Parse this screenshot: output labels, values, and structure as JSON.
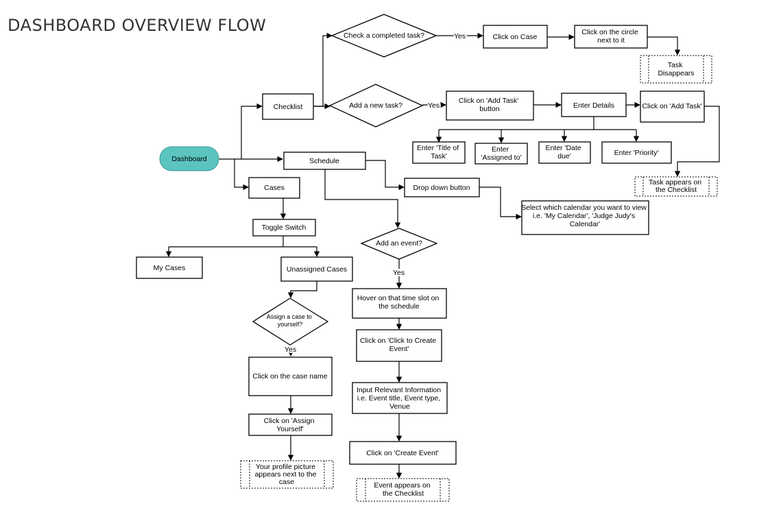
{
  "title": "DASHBOARD OVERVIEW FLOW",
  "colors": {
    "start_node": "#5bc4bf",
    "stroke": "#000000",
    "title": "#333333"
  },
  "nodes": {
    "dashboard": [
      "Dashboard"
    ],
    "checklist": [
      "Checklist"
    ],
    "check_completed": [
      "Check a completed task?"
    ],
    "click_case": [
      "Click on Case"
    ],
    "click_circle": [
      "Click on  the circle",
      "next to it"
    ],
    "task_disappears": [
      "Task",
      "Disappears"
    ],
    "add_new_task": [
      "Add a new task?"
    ],
    "click_add_task_btn": [
      "Click on  'Add Task'",
      "button"
    ],
    "enter_details": [
      "Enter Details"
    ],
    "click_add_task": [
      "Click on 'Add Task'"
    ],
    "enter_title": [
      "Enter 'Title of",
      "Task'"
    ],
    "enter_assigned": [
      "Enter",
      "'Assigned to'"
    ],
    "enter_date": [
      "Enter 'Date",
      "due'"
    ],
    "enter_priority": [
      "Enter 'Priority'"
    ],
    "task_appears": [
      "Task appears on",
      "the Checklist"
    ],
    "schedule": [
      "Schedule"
    ],
    "dropdown": [
      "Drop down button"
    ],
    "select_calendar": [
      "Select which calendar you want to view",
      "i.e. 'My Calendar', 'Judge Judy's",
      "Calendar'"
    ],
    "cases": [
      "Cases"
    ],
    "toggle": [
      "Toggle Switch"
    ],
    "my_cases": [
      "My Cases"
    ],
    "unassigned": [
      "Unassigned Cases"
    ],
    "assign_case": [
      "Assign a case to",
      "yourself?"
    ],
    "click_case_name": [
      "Click on the case name"
    ],
    "click_assign": [
      "Click on 'Assign",
      "Yourself'"
    ],
    "profile_pic": [
      "Your profile picture",
      "appears next to the",
      "case"
    ],
    "add_event": [
      "Add an event?"
    ],
    "hover_slot": [
      "Hover on that time slot on",
      "the schedule"
    ],
    "click_create_event": [
      "Click on 'Click to Create",
      "Event'"
    ],
    "input_info": [
      "Input Relevant Information",
      "i.e. Event title, Event type,",
      "Venue"
    ],
    "click_create_btn": [
      "Click on 'Create Event'"
    ],
    "event_appears": [
      "Event appears on",
      "the Checklist"
    ]
  },
  "edge_labels": {
    "yes_completed": "Yes",
    "yes_new_task": "Yes",
    "yes_event": "Yes",
    "yes_assign": "Yes"
  }
}
